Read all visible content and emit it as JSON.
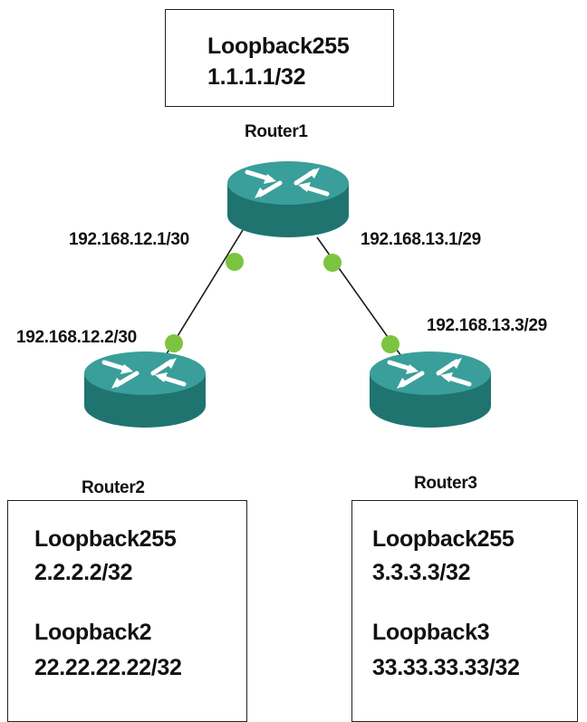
{
  "routers": [
    {
      "name": "Router1"
    },
    {
      "name": "Router2"
    },
    {
      "name": "Router3"
    }
  ],
  "loopback_boxes": {
    "router1": {
      "lines": [
        "Loopback255",
        "1.1.1.1/32"
      ]
    },
    "router2": {
      "lines": [
        "Loopback255",
        "2.2.2.2/32",
        "Loopback2",
        "22.22.22.22/32"
      ]
    },
    "router3": {
      "lines": [
        "Loopback255",
        "3.3.3.3/32",
        "Loopback3",
        "33.33.33.33/32"
      ]
    }
  },
  "links": [
    {
      "from": "Router1",
      "to": "Router2",
      "from_ip": "192.168.12.1/30",
      "to_ip": "192.168.12.2/30"
    },
    {
      "from": "Router1",
      "to": "Router3",
      "from_ip": "192.168.13.1/29",
      "to_ip": "192.168.13.3/29"
    }
  ],
  "colors": {
    "router_top": "#3a9e9a",
    "router_body": "#1f7470",
    "interface_dot": "#7cc440",
    "link_line": "#1a1a1a"
  }
}
